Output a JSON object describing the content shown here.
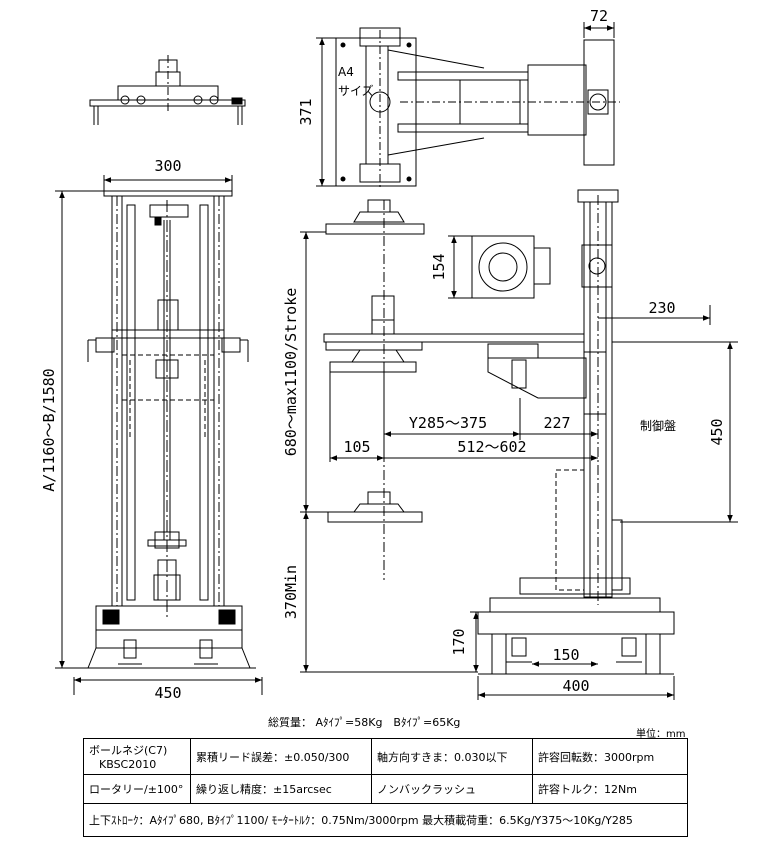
{
  "drawing": {
    "dims": {
      "w300": "300",
      "w450": "450",
      "h_range": "A/1160～B/1580",
      "w72": "72",
      "h371": "371",
      "stroke": "680～max1100/Stroke",
      "h154": "154",
      "w230": "230",
      "y_range": "Y285～375",
      "w227": "227",
      "w105": "105",
      "w512": "512～602",
      "h450": "450",
      "min370": "370Min",
      "h170": "170",
      "w150": "150",
      "w400": "400"
    },
    "labels": {
      "a4": "A4",
      "size": "サイズ",
      "control_panel": "制御盤"
    }
  },
  "weight": "総質量： Aﾀｲﾌﾟ=58Kg　Bﾀｲﾌﾟ=65Kg",
  "unit": "単位：mm",
  "specs": {
    "r1c1a": "ボールネジ(C7)",
    "r1c1b": "KBSC2010",
    "r1c2": "累積リード誤差：±0.050/300",
    "r1c3": "軸方向すきま：0.030以下",
    "r1c4": "許容回転数：3000rpm",
    "r2c1": "ロータリー/±100°",
    "r2c2": "繰り返し精度：±15arcsec",
    "r2c3": "ノンバックラッシュ",
    "r2c4": "許容トルク：12Nm",
    "r3": "上下ｽﾄﾛｰｸ：Aﾀｲﾌﾟ680, Bﾀｲﾌﾟ1100/ ﾓｰﾀｰﾄﾙｸ：0.75Nm/3000rpm  最大積載荷重：6.5Kg/Y375～10Kg/Y285"
  }
}
